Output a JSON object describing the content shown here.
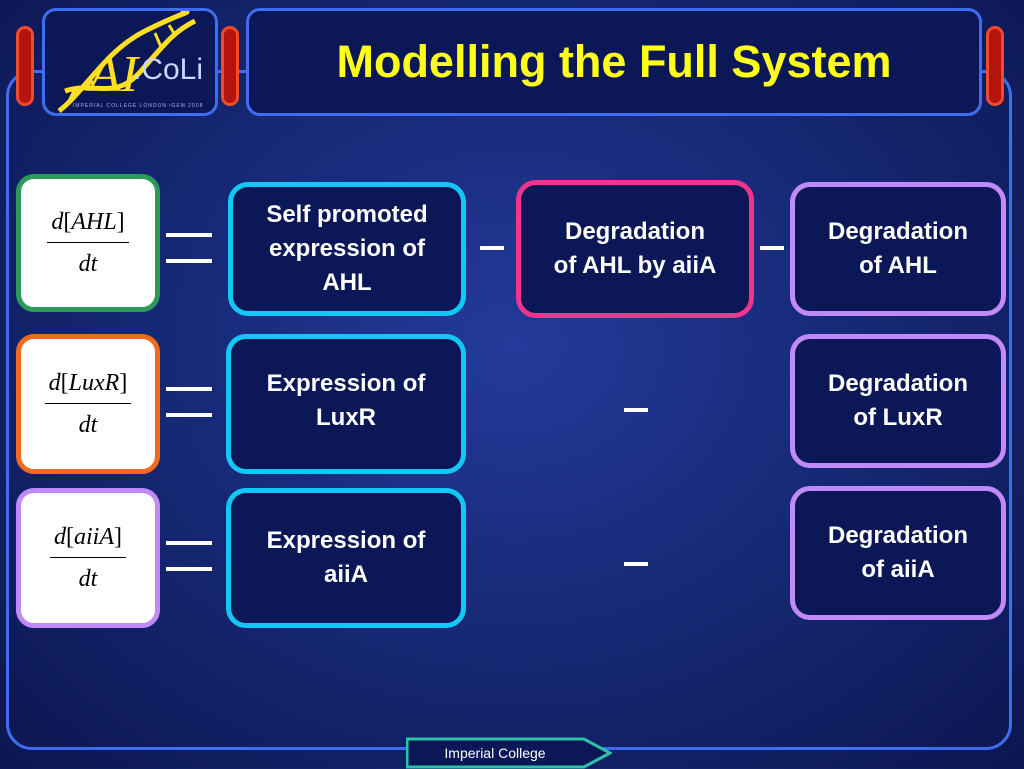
{
  "header": {
    "title": "Modelling the Full System",
    "logo": {
      "mark": "AI",
      "brand": ".CoLi",
      "tagline": "IMPERIAL COLLEGE LONDON iGEM 2008"
    }
  },
  "equations": [
    {
      "variable": "AHL",
      "derivative": {
        "d": "d",
        "open": "[",
        "var": "AHL",
        "close": "]",
        "dt": "dt"
      },
      "terms": [
        "Self promoted\nexpression of\nAHL",
        "Degradation\nof AHL by aiiA",
        "Degradation\nof AHL"
      ]
    },
    {
      "variable": "LuxR",
      "derivative": {
        "d": "d",
        "open": "[",
        "var": "LuxR",
        "close": "]",
        "dt": "dt"
      },
      "terms": [
        "Expression of\nLuxR",
        "Degradation\nof LuxR"
      ]
    },
    {
      "variable": "aiiA",
      "derivative": {
        "d": "d",
        "open": "[",
        "var": "aiiA",
        "close": "]",
        "dt": "dt"
      },
      "terms": [
        "Expression of\naiiA",
        "Degradation\nof aiiA"
      ]
    }
  ],
  "footer": {
    "label": "Imperial College"
  },
  "colors": {
    "background": "#172a78",
    "frame": "#3f6df2",
    "title": "#ffff1a",
    "deriv_ahl": "#2e9a5a",
    "deriv_luxr": "#f26a1b",
    "deriv_aiia": "#b48af0",
    "production": "#14c8f5",
    "aiia_degradation": "#f0358e",
    "degradation": "#c08af7",
    "accent_red": "#b3150c"
  },
  "icons": [
    "dna-helix-icon",
    "imperial-college-arrow-icon"
  ]
}
